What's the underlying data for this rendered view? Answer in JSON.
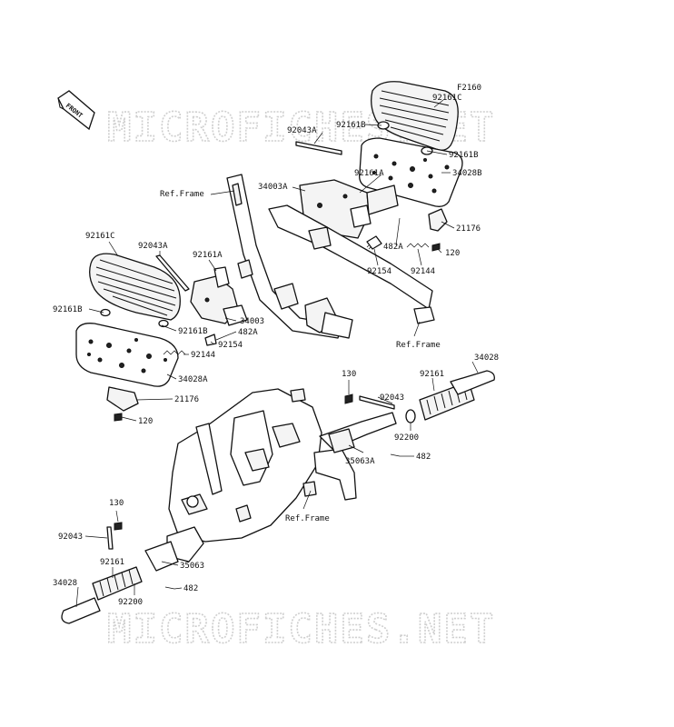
{
  "diagram_code": "F2160",
  "front_label": "FRONT",
  "watermark": "MICROFICHES.NET",
  "callouts": [
    {
      "id": "c01",
      "text": "92161C"
    },
    {
      "id": "c02",
      "text": "92161B"
    },
    {
      "id": "c03",
      "text": "92043A"
    },
    {
      "id": "c04",
      "text": "92161B"
    },
    {
      "id": "c05",
      "text": "34028B"
    },
    {
      "id": "c06",
      "text": "92161A"
    },
    {
      "id": "c07",
      "text": "34003A"
    },
    {
      "id": "c08",
      "text": "Ref.Frame"
    },
    {
      "id": "c09",
      "text": "21176"
    },
    {
      "id": "c10",
      "text": "482A"
    },
    {
      "id": "c11",
      "text": "120"
    },
    {
      "id": "c12",
      "text": "92154"
    },
    {
      "id": "c13",
      "text": "92144"
    },
    {
      "id": "c14",
      "text": "92161C"
    },
    {
      "id": "c15",
      "text": "92043A"
    },
    {
      "id": "c16",
      "text": "92161A"
    },
    {
      "id": "c17",
      "text": "92161B"
    },
    {
      "id": "c18",
      "text": "34003"
    },
    {
      "id": "c19",
      "text": "92161B"
    },
    {
      "id": "c20",
      "text": "482A"
    },
    {
      "id": "c21",
      "text": "92154"
    },
    {
      "id": "c22",
      "text": "92144"
    },
    {
      "id": "c23",
      "text": "34028A"
    },
    {
      "id": "c24",
      "text": "21176"
    },
    {
      "id": "c25",
      "text": "120"
    },
    {
      "id": "c26",
      "text": "Ref.Frame"
    },
    {
      "id": "c27",
      "text": "130"
    },
    {
      "id": "c28",
      "text": "34028"
    },
    {
      "id": "c29",
      "text": "92161"
    },
    {
      "id": "c30",
      "text": "92043"
    },
    {
      "id": "c31",
      "text": "92200"
    },
    {
      "id": "c32",
      "text": "35063A"
    },
    {
      "id": "c33",
      "text": "482"
    },
    {
      "id": "c34",
      "text": "Ref.Frame"
    },
    {
      "id": "c35",
      "text": "130"
    },
    {
      "id": "c36",
      "text": "92043"
    },
    {
      "id": "c37",
      "text": "92161"
    },
    {
      "id": "c38",
      "text": "35063"
    },
    {
      "id": "c39",
      "text": "34028"
    },
    {
      "id": "c40",
      "text": "92200"
    },
    {
      "id": "c41",
      "text": "482"
    }
  ]
}
